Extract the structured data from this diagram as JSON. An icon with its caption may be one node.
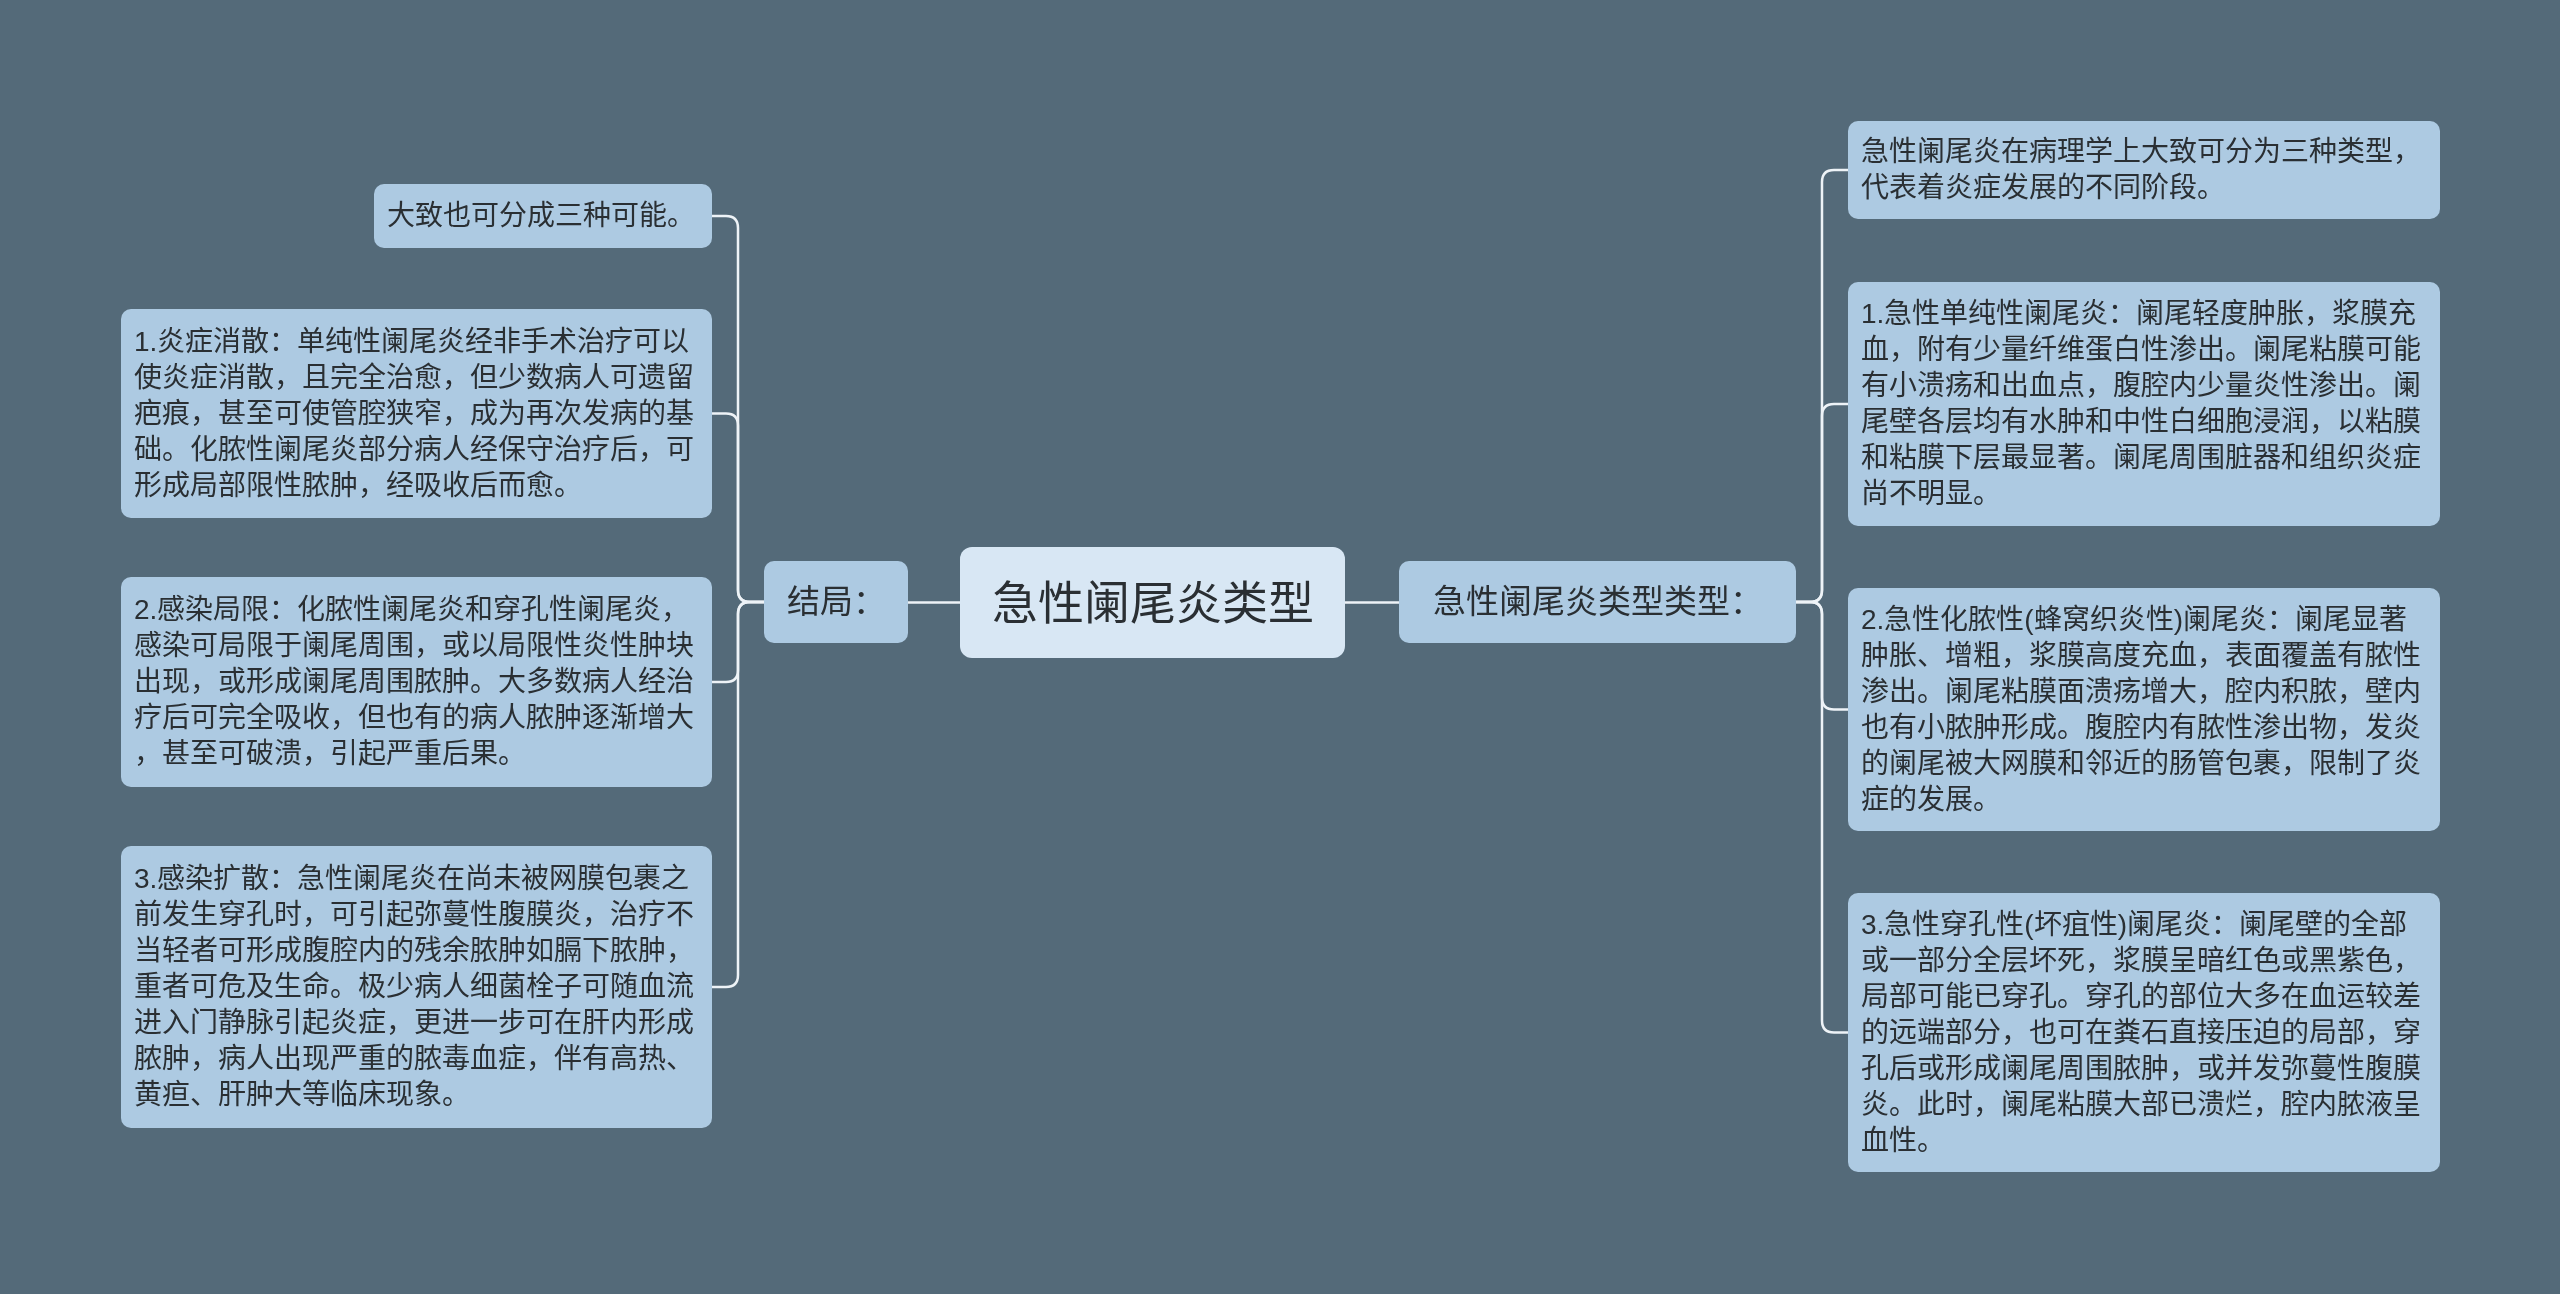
{
  "diagram": {
    "nodes": [
      {
        "text": [
          "急性阑尾炎类型"
        ]
      },
      {
        "text": [
          "结局："
        ]
      },
      {
        "text": [
          "大致也可分成三种可能。"
        ]
      },
      {
        "text": [
          "1.炎症消散：单纯性阑尾炎经非手术治疗可以使炎症消散，且完全治愈，但少数病人可遗留疤痕，甚至可使管腔狭窄，成为再次发病的基础。化脓性阑尾炎部分病人经保守治疗后，可形成局部限性脓肿，经吸收后而愈。"
        ]
      },
      {
        "text": [
          "2.感染局限：化脓性阑尾炎和穿孔性阑尾炎，感染可局限于阑尾周围，或以局限性炎性肿块出现，或形成阑尾周围脓肿。大多数病人经治疗后可完全吸收，但也有的病人脓肿逐渐增大，甚至可破溃，引起严重后果。"
        ]
      },
      {
        "text": [
          "3.感染扩散：急性阑尾炎在尚未被网膜包裹之前发生穿孔时，可引起弥蔓性腹膜炎，治疗不当轻者可形成腹腔内的残余脓肿如膈下脓肿，重者可危及生命。极少病人细菌栓子可随血流进入门静脉引起炎症，更进一步可在肝内形成脓肿，病人出现严重的脓毒血症，伴有高热、黄疸、肝肿大等临床现象。"
        ]
      },
      {
        "text": [
          "急性阑尾炎类型类型："
        ]
      },
      {
        "text": [
          "急性阑尾炎在病理学上大致可分为三种类型，代表着炎症发展的不同阶段。"
        ]
      },
      {
        "text": [
          "1.急性单纯性阑尾炎：阑尾轻度肿胀，浆膜充血，附有少量纤维蛋白性渗出。阑尾粘膜可能有小溃疡和出血点，腹腔内少量炎性渗出。阑尾壁各层均有水肿和中性白细胞浸润，以粘膜和粘膜下层最显著。阑尾周围脏器和组织炎症尚不明显。"
        ]
      },
      {
        "text": [
          "2.急性化脓性(蜂窝织炎性)阑尾炎：阑尾显著肿胀、增粗，浆膜高度充血，表面覆盖有脓性渗出。阑尾粘膜面溃疡增大，腔内积脓，壁内也有小脓肿形成。腹腔内有脓性渗出物，发炎的阑尾被大网膜和邻近的肠管包裹，限制了炎症的发展。"
        ]
      },
      {
        "text": [
          "3.急性穿孔性(坏疽性)阑尾炎：阑尾壁的全部或一部分全层坏死，浆膜呈暗红色或黑紫色，局部可能已穿孔。穿孔的部位大多在血运较差的远端部分，也可在粪石直接压迫的局部，穿孔后或形成阑尾周围脓肿，或并发弥蔓性腹膜炎。此时，阑尾粘膜大部已溃烂，腔内脓液呈血性。"
        ]
      }
    ],
    "edges": [
      {
        "from": 0,
        "to": 1,
        "arrow": "none"
      },
      {
        "from": 1,
        "to": 2,
        "arrow": "none"
      },
      {
        "from": 1,
        "to": 3,
        "arrow": "none"
      },
      {
        "from": 1,
        "to": 4,
        "arrow": "none"
      },
      {
        "from": 1,
        "to": 5,
        "arrow": "none"
      },
      {
        "from": 0,
        "to": 6,
        "arrow": "none"
      },
      {
        "from": 6,
        "to": 7,
        "arrow": "none"
      },
      {
        "from": 6,
        "to": 8,
        "arrow": "none"
      },
      {
        "from": 6,
        "to": 9,
        "arrow": "none"
      },
      {
        "from": 6,
        "to": 10,
        "arrow": "none"
      }
    ]
  }
}
